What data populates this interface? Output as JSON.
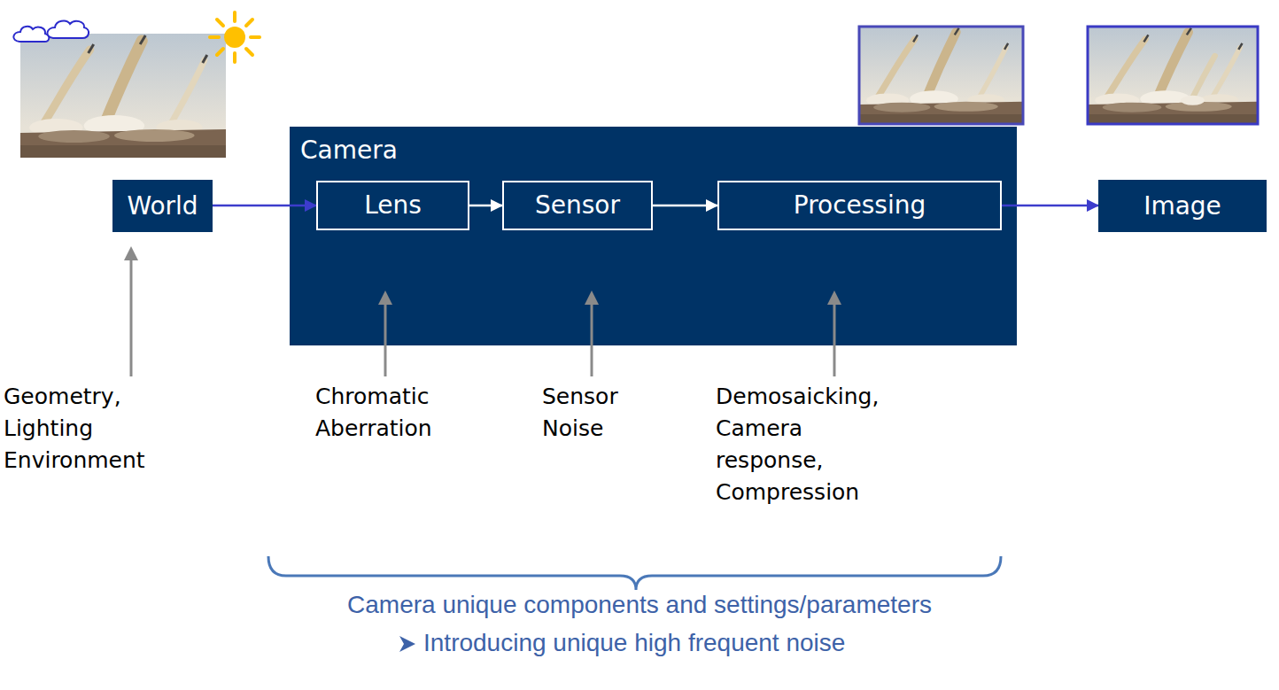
{
  "diagram": {
    "nodes": [
      {
        "text": [
          "World"
        ]
      },
      {
        "text": [
          "Camera"
        ]
      },
      {
        "text": [
          "Lens"
        ],
        "in": 1
      },
      {
        "text": [
          "Sensor"
        ],
        "in": 1
      },
      {
        "text": [
          "Processing"
        ],
        "in": 1
      },
      {
        "text": [
          "Image"
        ]
      }
    ],
    "edges": [
      {
        "from": 0,
        "to": 2,
        "arrow": "to"
      },
      {
        "from": 2,
        "to": 3,
        "arrow": "to"
      },
      {
        "from": 3,
        "to": 4,
        "arrow": "to"
      },
      {
        "from": 4,
        "to": 5,
        "arrow": "to"
      }
    ],
    "labels": [
      "Geometry, Lighting Environment",
      "Chromatic Aberration",
      "Sensor Noise",
      "Demosaicking, Camera response, Compression",
      "Camera unique components and settings/parameters",
      "Introducing unique high frequent noise"
    ]
  }
}
